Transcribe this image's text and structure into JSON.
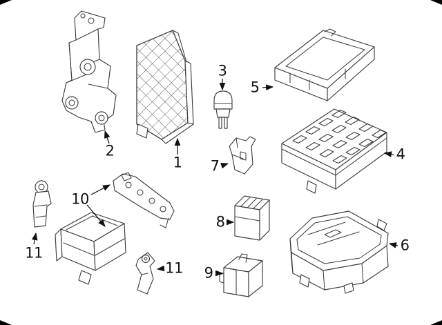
{
  "diagram": {
    "type": "automotive-parts-line-diagram",
    "colors": {
      "background": "#ffffff",
      "line": "#3c3c3c",
      "text": "#111111",
      "corner_marks": "#000000"
    },
    "callouts": [
      {
        "number": "1",
        "part_name": "lattice-panel"
      },
      {
        "number": "2",
        "part_name": "mounting-bracket"
      },
      {
        "number": "3",
        "part_name": "blade-fuse"
      },
      {
        "number": "4",
        "part_name": "fuse-box"
      },
      {
        "number": "5",
        "part_name": "fuse-box-cover"
      },
      {
        "number": "6",
        "part_name": "lower-tray"
      },
      {
        "number": "7",
        "part_name": "fuse-holder-bracket"
      },
      {
        "number": "8",
        "part_name": "relay"
      },
      {
        "number": "9",
        "part_name": "micro-relay"
      },
      {
        "number": "10",
        "part_name": "support-bracket-and-tray"
      },
      {
        "number": "11",
        "part_name": "fusible-link"
      },
      {
        "number": "11",
        "part_name": "fusible-link-bracket"
      }
    ]
  }
}
